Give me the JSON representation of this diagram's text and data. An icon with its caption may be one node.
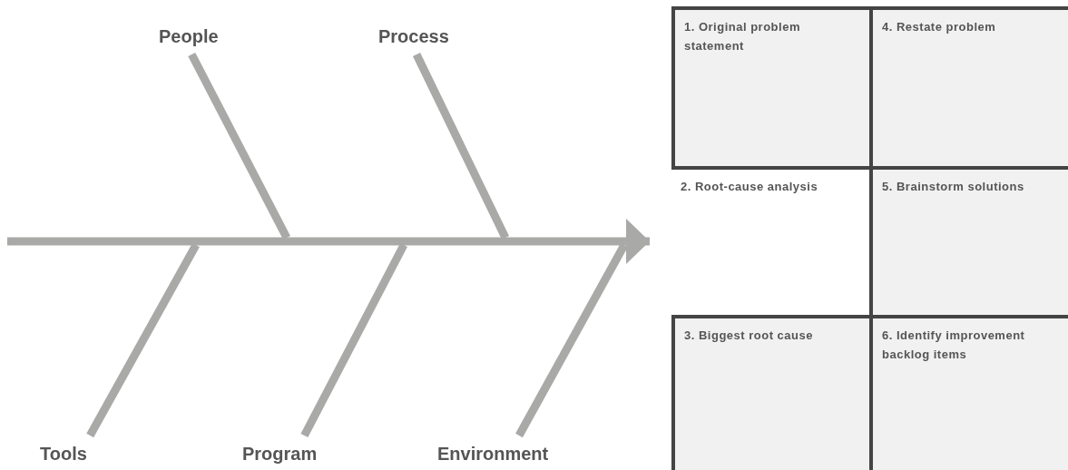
{
  "diagram": {
    "nodes": [
      {
        "text": [
          "People"
        ]
      },
      {
        "text": [
          "Process"
        ]
      },
      {
        "text": [
          "Tools"
        ]
      },
      {
        "text": [
          "Program"
        ]
      },
      {
        "text": [
          "Environment"
        ]
      },
      {
        "text": [
          "1. Original problem statement"
        ]
      },
      {
        "text": [
          "4. Restate problem"
        ]
      },
      {
        "text": [
          "2. Root-cause analysis"
        ]
      },
      {
        "text": [
          "5. Brainstorm solutions"
        ]
      },
      {
        "text": [
          "3. Biggest root cause"
        ]
      },
      {
        "text": [
          "6. Identify improvement backlog items"
        ]
      }
    ],
    "edges": [
      {
        "from": 0,
        "to": null,
        "arrow": "none"
      },
      {
        "from": 1,
        "to": null,
        "arrow": "none"
      },
      {
        "from": 2,
        "to": null,
        "arrow": "none"
      },
      {
        "from": 3,
        "to": null,
        "arrow": "none"
      },
      {
        "from": 4,
        "to": null,
        "arrow": "none"
      },
      {
        "from": null,
        "to": 7,
        "arrow": "to"
      }
    ]
  }
}
